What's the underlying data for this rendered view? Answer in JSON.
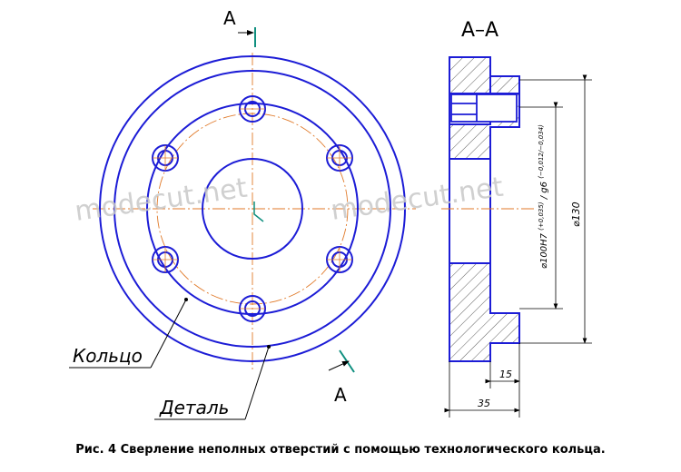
{
  "watermark": "modecut.net",
  "front_view": {
    "section_mark_top": "A",
    "section_mark_bottom": "A",
    "label_ring": "Кольцо",
    "label_part": "Деталь"
  },
  "section_view": {
    "title": "А–А",
    "dim_fit": "⌀100H7",
    "dim_fit_tol_hole": "(+0,035)",
    "dim_fit_shaft_class": "g6",
    "dim_fit_tol_shaft": "(−0,012/−0,034)",
    "dim_outer": "⌀130",
    "dim_15": "15",
    "dim_35": "35"
  },
  "caption": "Рис. 4 Сверление неполных отверстий с помощью технологического кольца.",
  "colors": {
    "outline": "#1c1cd6",
    "centerline": "#e07a2a",
    "dimension": "#000000",
    "section_arrow": "#0f8f7f",
    "watermark": "#c8c8c8"
  }
}
